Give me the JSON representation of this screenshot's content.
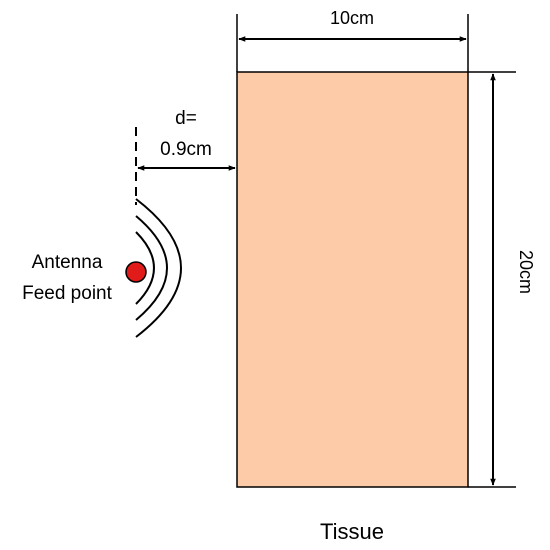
{
  "diagram": {
    "width_label": "10cm",
    "height_label": "20cm",
    "distance_label_line1": "d=",
    "distance_label_line2": "0.9cm",
    "antenna_label_line1": "Antenna",
    "antenna_label_line2": "Feed point",
    "tissue_label": "Tissue"
  },
  "colors": {
    "tissue_fill": "#fdcba7",
    "feed_point": "#e11a1a",
    "stroke": "#000000"
  }
}
